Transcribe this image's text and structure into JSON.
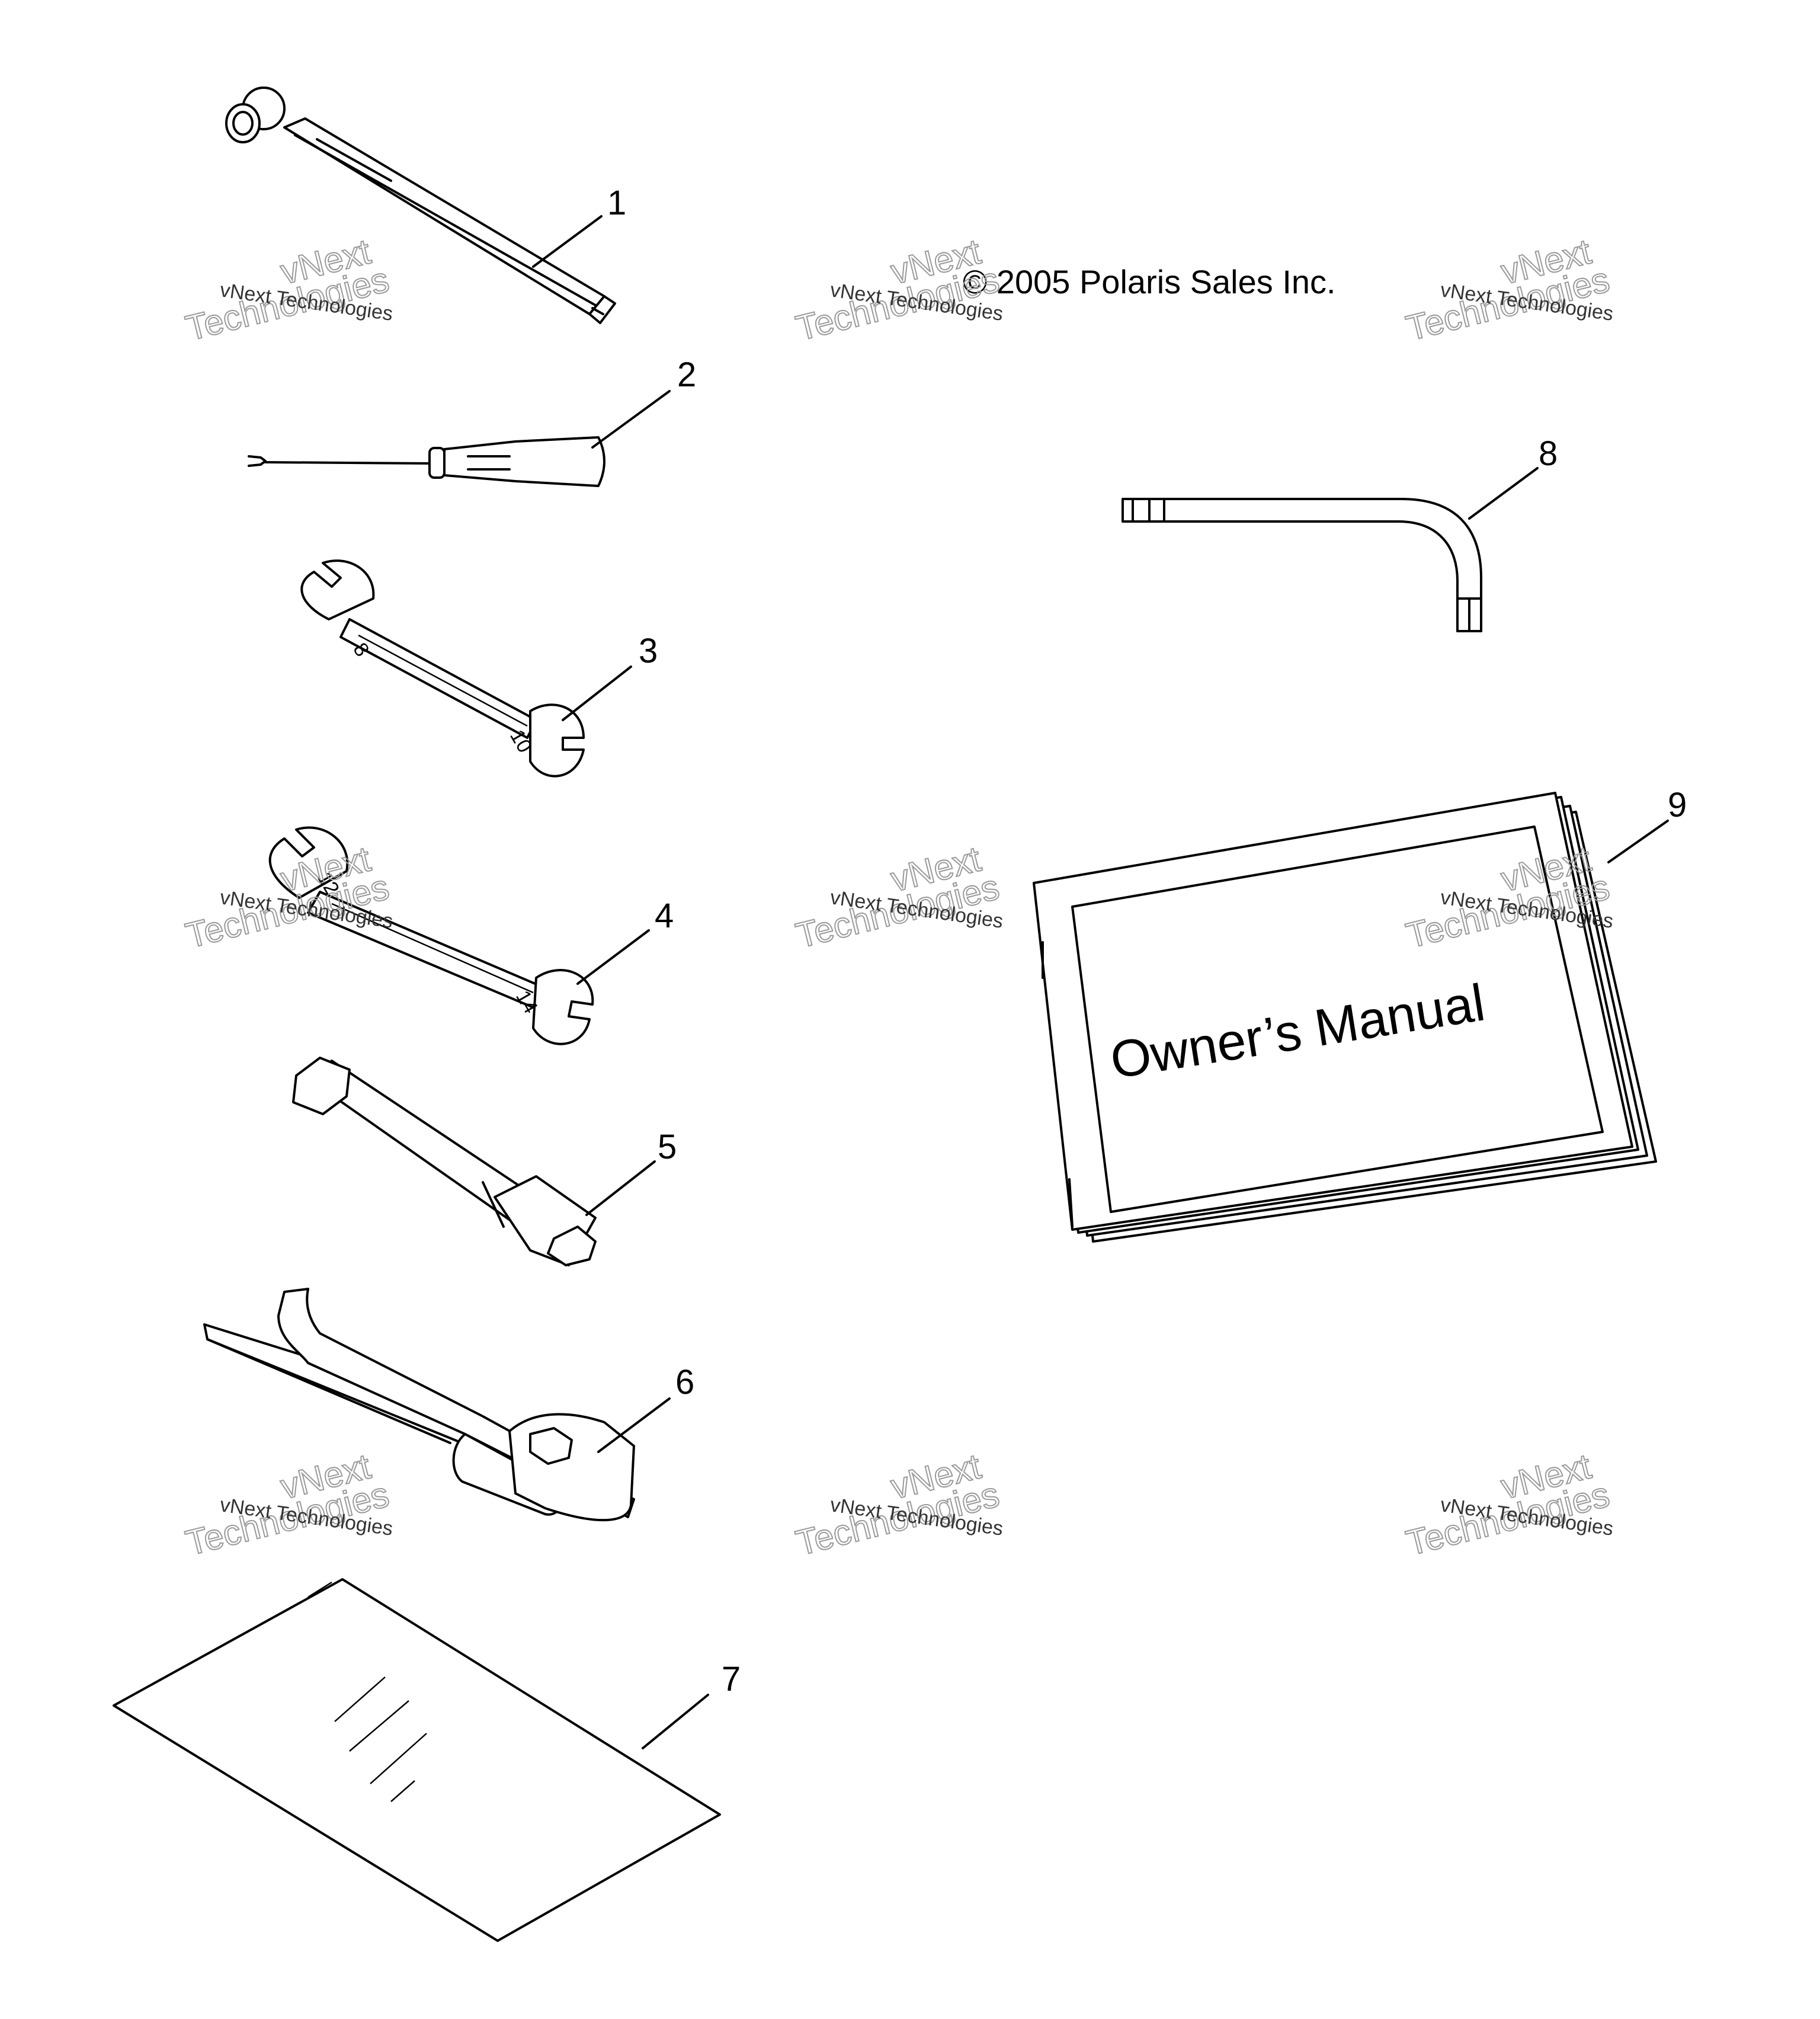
{
  "copyright": "© 2005 Polaris Sales Inc.",
  "manual_cover_text": "Owner’s Manual",
  "callouts": [
    "1",
    "2",
    "3",
    "4",
    "5",
    "6",
    "7",
    "8",
    "9"
  ],
  "watermark": {
    "line_small": "vNext Technologies",
    "line_top": "vNext",
    "line_bottom": "Technologies"
  },
  "wrench_sizes": {
    "wrench_a_small": "8",
    "wrench_a_large": "10",
    "wrench_b_small": "12",
    "wrench_b_large": "14"
  }
}
